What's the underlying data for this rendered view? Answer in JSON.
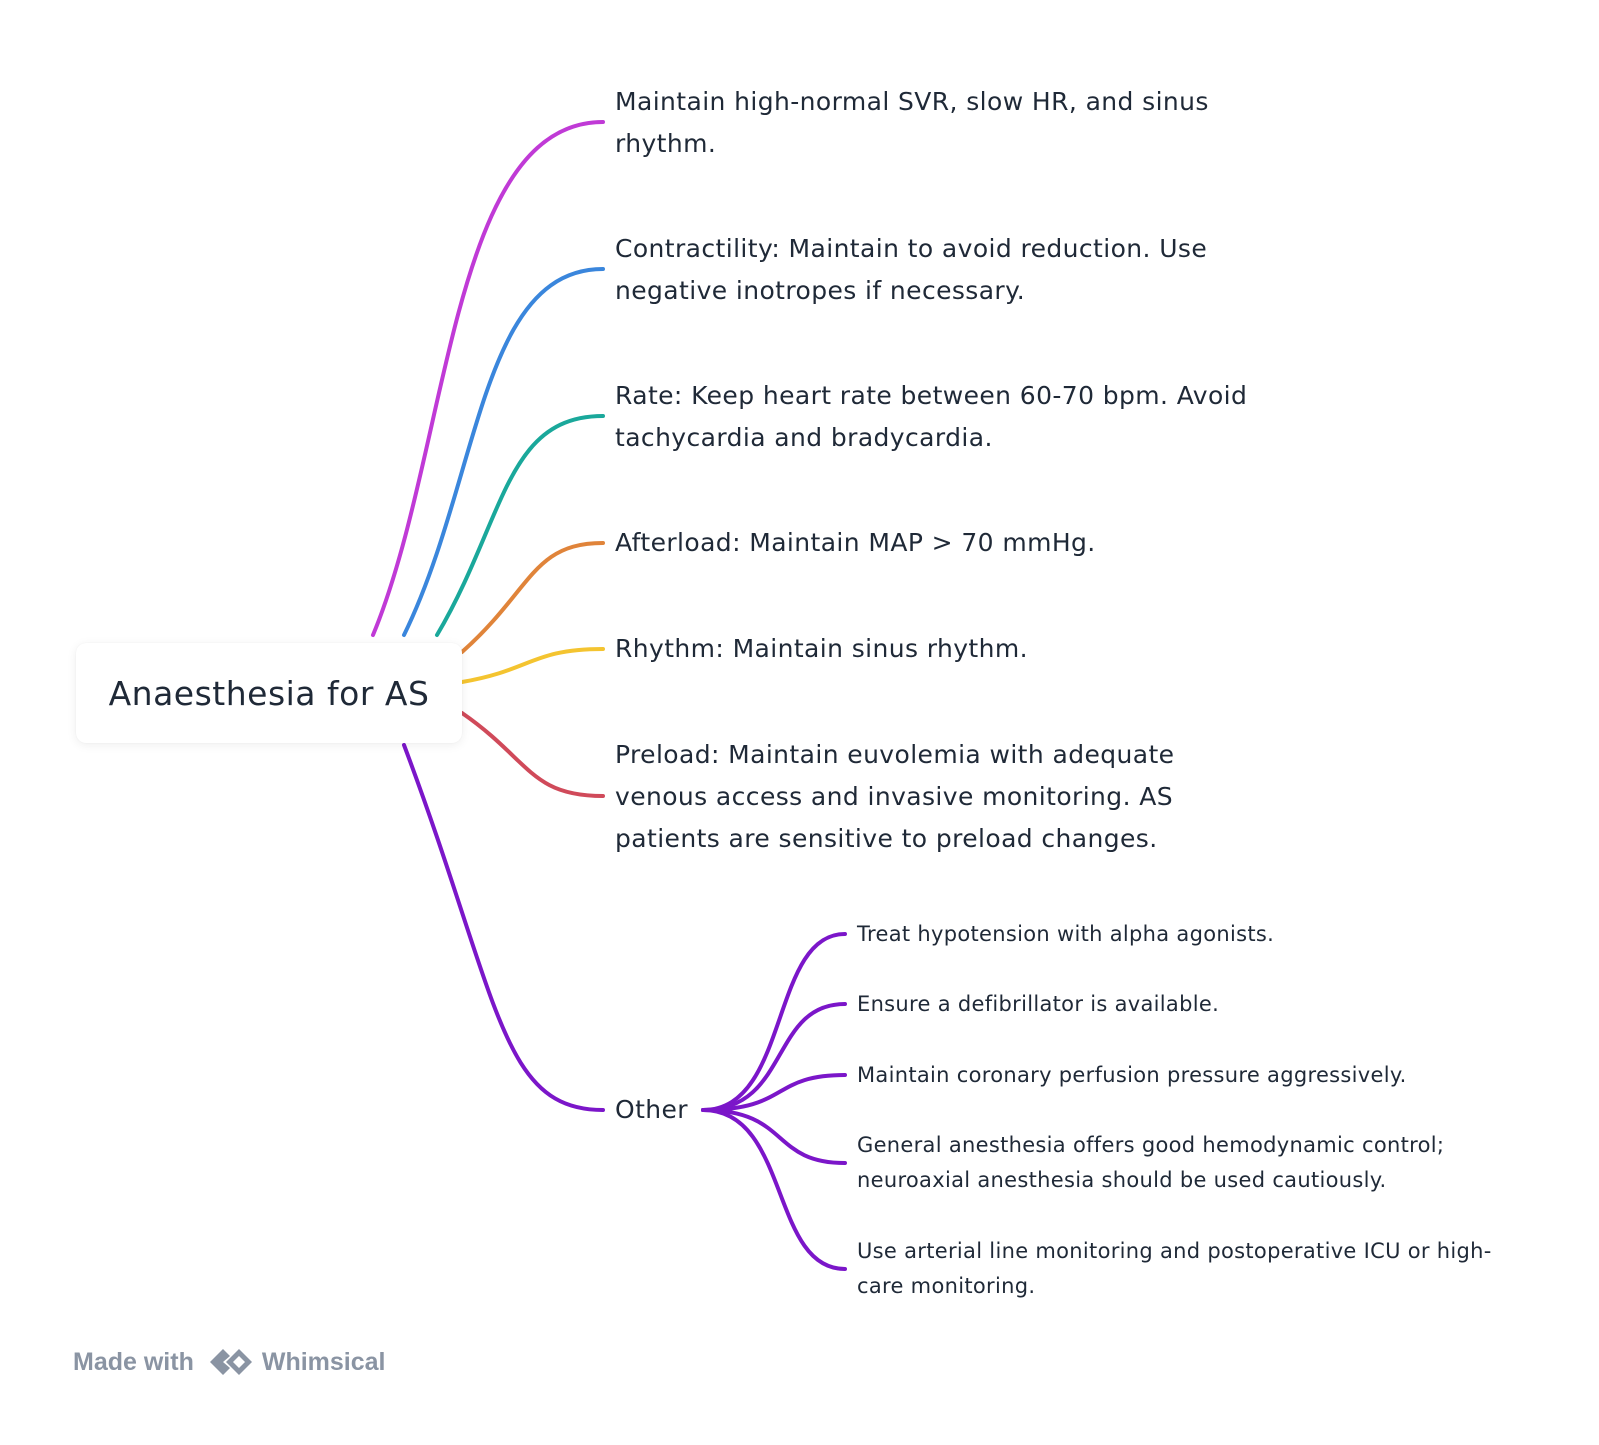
{
  "root": {
    "label": "Anaesthesia for AS"
  },
  "branches": [
    {
      "label": "Maintain high-normal SVR, slow HR, and sinus rhythm.",
      "color": "#c03ad6"
    },
    {
      "label": "Contractility: Maintain to avoid reduction. Use negative inotropes if necessary.",
      "color": "#3a86dc"
    },
    {
      "label": "Rate: Keep heart rate between 60-70 bpm. Avoid tachycardia and bradycardia.",
      "color": "#1aa89b"
    },
    {
      "label": "Afterload: Maintain MAP > 70 mmHg.",
      "color": "#e0843a"
    },
    {
      "label": "Rhythm: Maintain sinus rhythm.",
      "color": "#f4c430"
    },
    {
      "label": "Preload: Maintain euvolemia with adequate venous access and invasive monitoring. AS patients are sensitive to preload changes.",
      "color": "#d04a5a"
    },
    {
      "label": "Other",
      "color": "#7b16c9"
    }
  ],
  "other_children": [
    "Treat hypotension with alpha agonists.",
    "Ensure a defibrillator is available.",
    "Maintain coronary perfusion pressure aggressively.",
    "General anesthesia offers good hemodynamic control; neuroaxial anesthesia should be used cautiously.",
    "Use arterial line monitoring and postoperative ICU or high-care monitoring."
  ],
  "footer": {
    "made_with": "Made with",
    "brand": "Whimsical"
  }
}
